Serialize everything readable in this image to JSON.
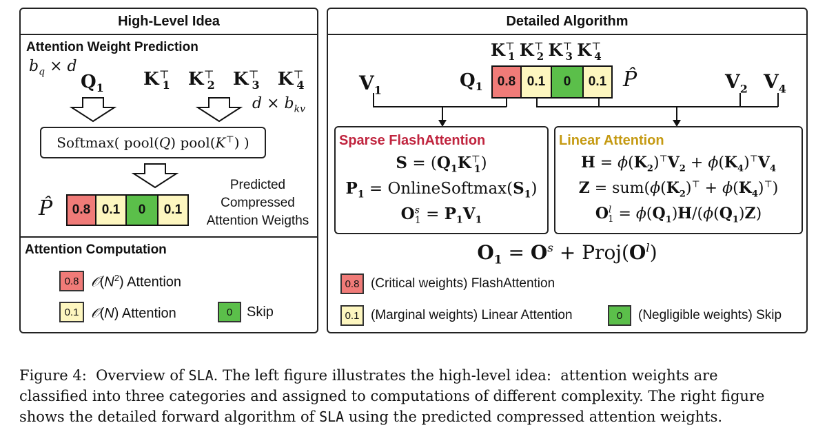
{
  "left_panel": {
    "title": "High-Level Idea",
    "section1": "Attention Weight Prediction",
    "q_dims": "b_q × d",
    "q_label": "Q",
    "q_sub": "1",
    "k_labels": [
      "1",
      "2",
      "3",
      "4"
    ],
    "k_letter": "K",
    "k_dims": "d × b_kv",
    "softmax_text": "Softmax( pool(Q) pool(K⊤) )",
    "p_hat": "P̂",
    "pred_cells": [
      "0.8",
      "0.1",
      "0",
      "0.1"
    ],
    "pred_caption": [
      "Predicted",
      "Compressed",
      "Attention Weigths"
    ],
    "section2": "Attention Computation",
    "legend": [
      {
        "cell": "0.8",
        "text": "𝒪(N²) Attention"
      },
      {
        "cell": "0.1",
        "text": "𝒪(N) Attention"
      },
      {
        "cell": "0",
        "text": "Skip"
      }
    ]
  },
  "right_panel": {
    "title": "Detailed Algorithm",
    "v1": "V₁",
    "q1": "Q₁",
    "p_hat": "P̂",
    "v2": "V₂",
    "v4": "V₄",
    "k_header": [
      "K₁⊤",
      "K₂⊤",
      "K₃⊤",
      "K₄⊤"
    ],
    "cells": [
      "0.8",
      "0.1",
      "0",
      "0.1"
    ],
    "sparse_title": "Sparse FlashAttention",
    "sparse_lines": [
      "S = (Q₁K₁⊤)",
      "P₁ = OnlineSoftmax(S₁)",
      "O₁ˢ = P₁V₁"
    ],
    "linear_title": "Linear Attention",
    "linear_lines": [
      "H = ϕ(K₂)⊤V₂ + ϕ(K₄)⊤V₄",
      "Z = sum(ϕ(K₂)⊤ + ϕ(K₄)⊤)",
      "O₁ˡ = ϕ(Q₁)H/(ϕ(Q₁)Z)"
    ],
    "output_eq": "O₁ = Oˢ + Proj(Oˡ)",
    "legend": [
      {
        "cell": "0.8",
        "text": "(Critical weights) FlashAttention"
      },
      {
        "cell": "0.1",
        "text": "(Marginal weights) Linear Attention"
      },
      {
        "cell": "0",
        "text": "(Negligible weights) Skip"
      }
    ],
    "colors": {
      "critical": "#f07b78",
      "marginal": "#fdf6bf",
      "negligible": "#5bbf4a",
      "sparse_title": "#c0243e",
      "linear_title": "#c59a12"
    }
  },
  "caption": {
    "lines": [
      "Figure 4:  Overview of SLA. The left figure illustrates the high-level idea:  attention weights are",
      "classified into three categories and assigned to computations of different complexity. The right figure",
      "shows the detailed forward algorithm of SLA using the predicted compressed attention weights."
    ]
  }
}
